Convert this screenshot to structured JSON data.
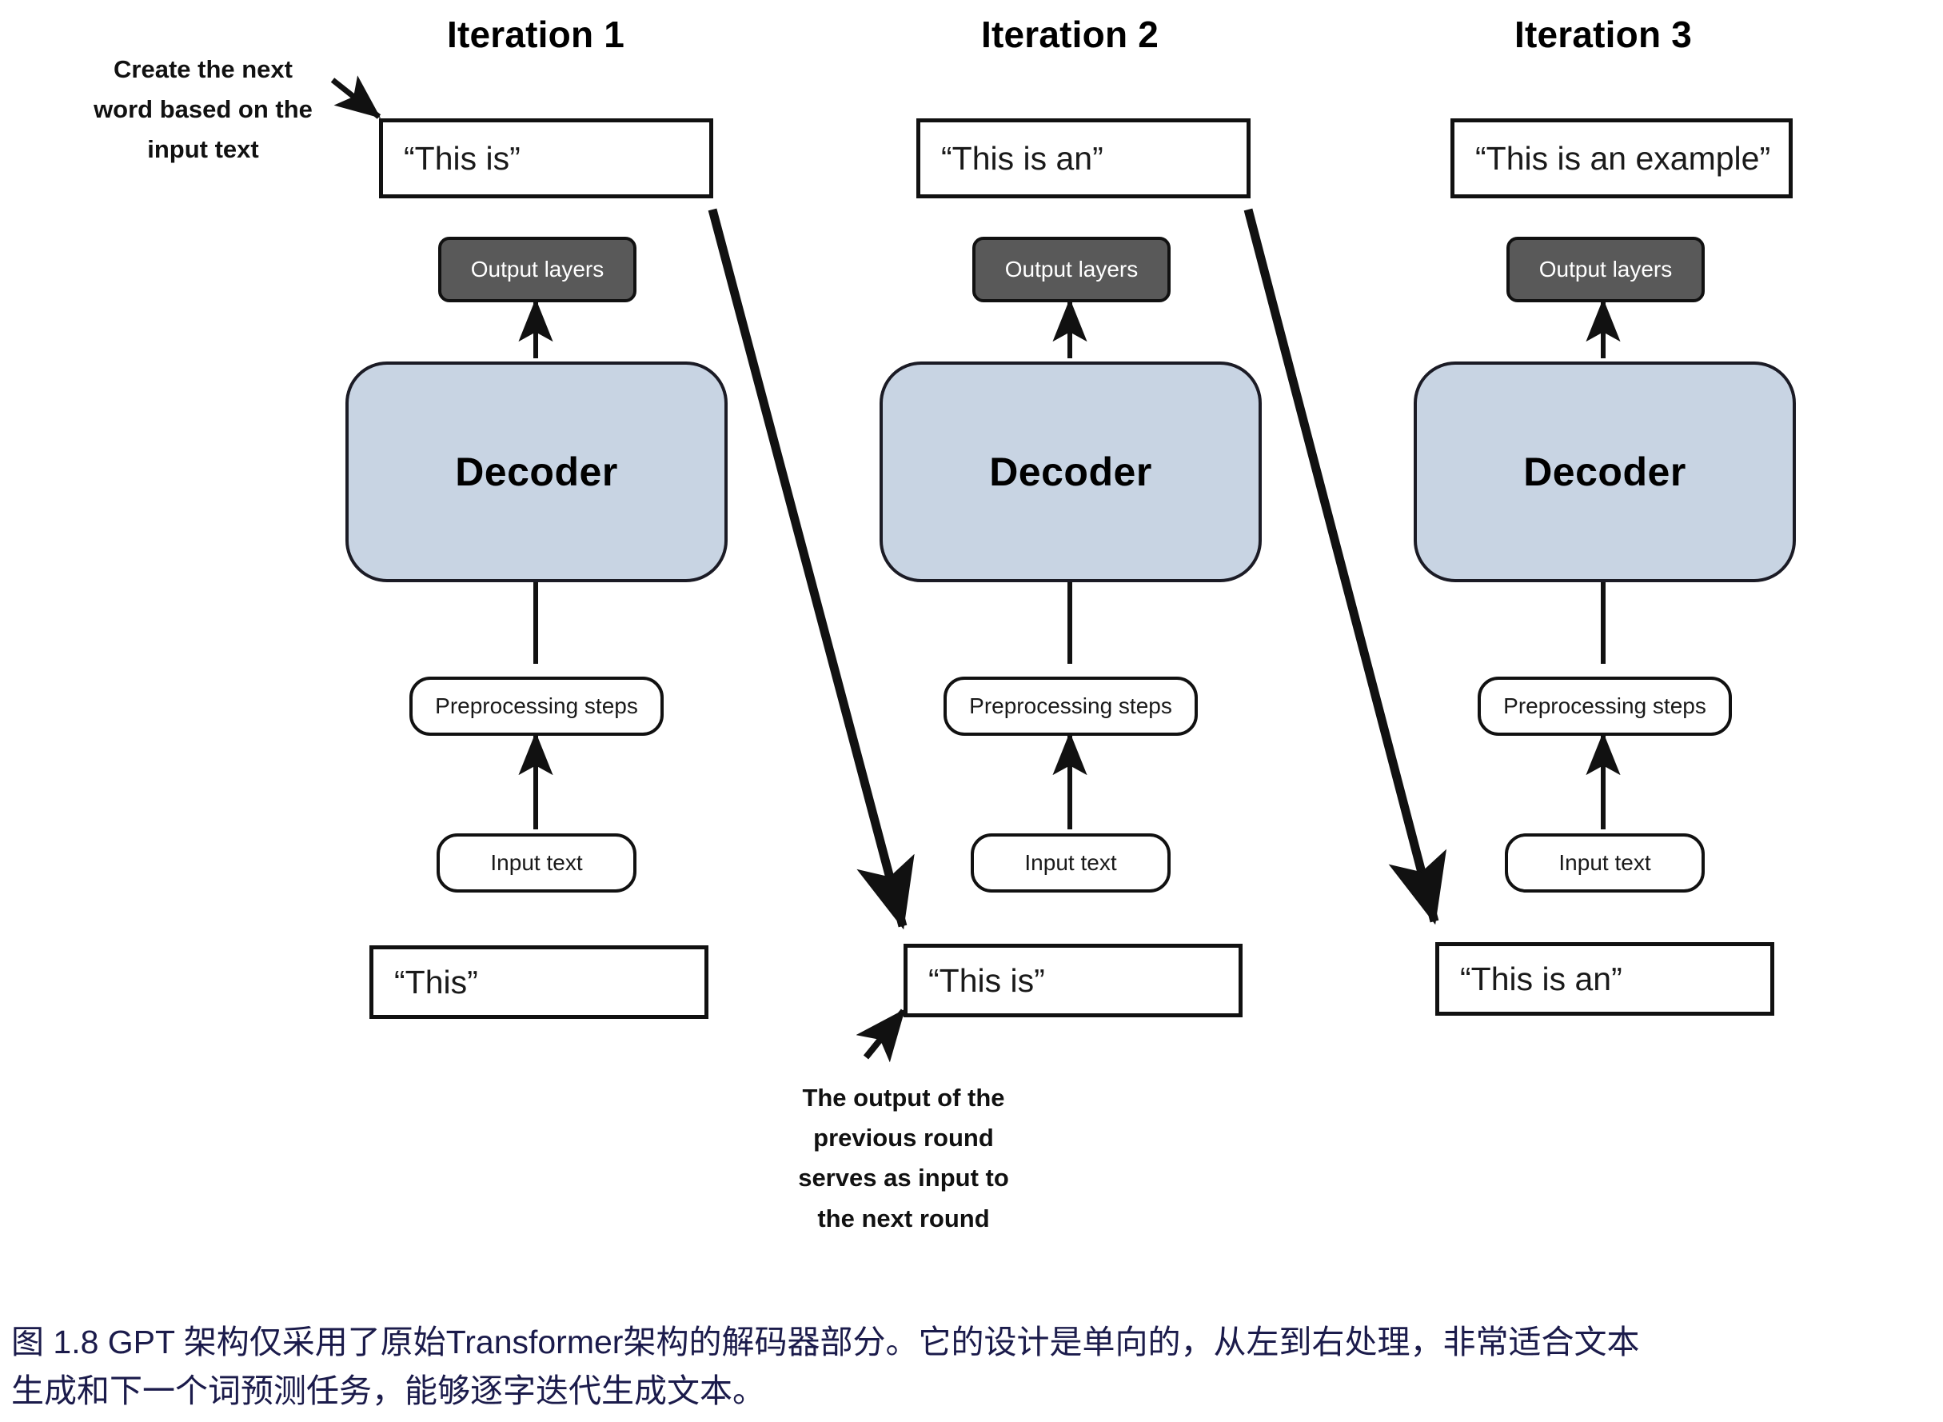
{
  "figure": {
    "columns": [
      {
        "title": "Iteration 1",
        "output_box": "“This is”",
        "output_layers": "Output layers",
        "decoder": "Decoder",
        "preprocessing": "Preprocessing steps",
        "input_label": "Input text",
        "input_box": "“This”"
      },
      {
        "title": "Iteration 2",
        "output_box": "“This is an”",
        "output_layers": "Output layers",
        "decoder": "Decoder",
        "preprocessing": "Preprocessing steps",
        "input_label": "Input text",
        "input_box": "“This is”"
      },
      {
        "title": "Iteration 3",
        "output_box": "“This is an example”",
        "output_layers": "Output layers",
        "decoder": "Decoder",
        "preprocessing": "Preprocessing steps",
        "input_label": "Input text",
        "input_box": "“This is an”"
      }
    ],
    "annotations": {
      "top_left": {
        "line1": "Create the next",
        "line2": "word based on the",
        "line3": "input text"
      },
      "bottom": {
        "line1": "The output of the",
        "line2": "previous round",
        "line3": "serves as input to",
        "line4": "the next round"
      }
    },
    "caption": {
      "line1": "图 1.8  GPT 架构仅采用了原始Transformer架构的解码器部分。它的设计是单向的，从左到右处理，非常适合文本",
      "line2": "生成和下一个词预测任务，能够逐字迭代生成文本。"
    },
    "colors": {
      "decoder_fill": "#c8d4e3",
      "output_layers_fill": "#595959",
      "stroke": "#111111",
      "caption_text": "#1b1b4b"
    }
  }
}
